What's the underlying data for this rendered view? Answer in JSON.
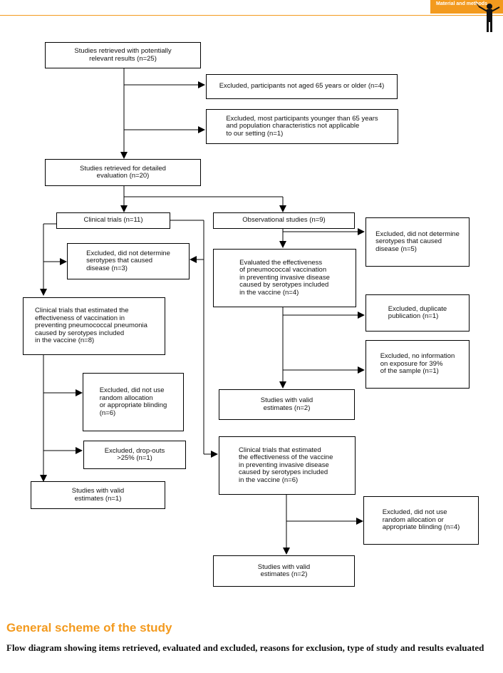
{
  "header": {
    "section_tab": "Material and methods"
  },
  "boxes": {
    "retrieved": "Studies retrieved with potentially\nrelevant results (n=25)",
    "excl_age": "Excluded, participants not aged 65 years or older (n=4)",
    "excl_younger": "Excluded, most participants younger than 65 years\nand population characteristics not applicable\nto our setting (n=1)",
    "detailed": "Studies retrieved for detailed\nevaluation (n=20)",
    "clinical": "Clinical trials (n=11)",
    "observational": "Observational studies (n=9)",
    "excl_sero_obs": "Excluded, did not determine\nserotypes that caused\ndisease (n=5)",
    "excl_sero_clin": "Excluded, did not determine\nserotypes that caused\ndisease (n=3)",
    "evaluated_obs": "Evaluated the effectiveness\nof pneumococcal vaccination\nin preventing invasive disease\ncaused by serotypes included\n in the vaccine (n=4)",
    "clinical_est": "Clinical trials that estimated the\neffectiveness of vaccination in\npreventing pneumococcal pneumonia\ncaused by serotypes included\nin the vaccine (n=8)",
    "excl_duplicate": "Excluded, duplicate\npublication (n=1)",
    "excl_noinfo": "Excluded, no information\non exposure for 39%\nof the sample (n=1)",
    "excl_random1": "Excluded, did not use\nrandom allocation\nor appropriate blinding\n(n=6)",
    "valid_obs": "Studies with valid\nestimates (n=2)",
    "excl_dropouts": "Excluded, drop-outs\n>25% (n=1)",
    "clinical_est2": "Clinical trials that estimated\nthe effectiveness of the vaccine\nin preventing invasive disease\ncaused by serotypes included\nin the vaccine (n=6)",
    "valid_clin": "Studies with valid\nestimates (n=1)",
    "excl_random2": "Excluded, did not use\nrandom allocation or\nappropriate blinding (n=4)",
    "valid_final": "Studies with valid\nestimates (n=2)"
  },
  "footer": {
    "title": "General scheme of the study",
    "caption": "Flow diagram showing items retrieved, evaluated and excluded, reasons for exclusion, type of study and results evaluated"
  },
  "colors": {
    "accent": "#f39a1e"
  }
}
